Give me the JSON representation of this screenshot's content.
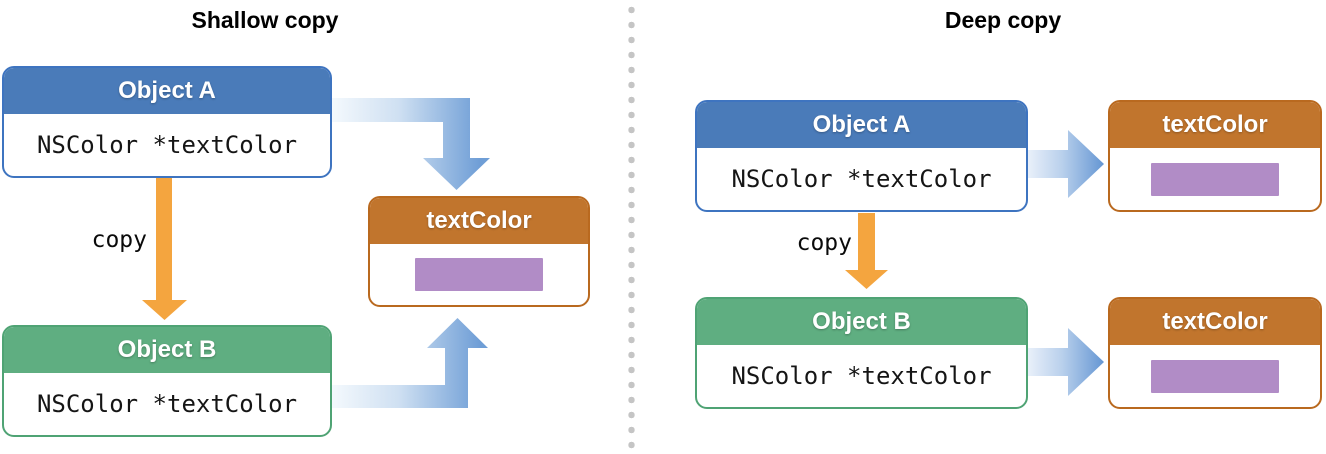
{
  "figure": {
    "background": "#ffffff",
    "description_visible_text_only": true
  },
  "panels": [
    {
      "title": "Shallow copy",
      "objects": [
        {
          "label": "Object A",
          "field": "NSColor *textColor"
        },
        {
          "label": "Object B",
          "field": "NSColor *textColor"
        }
      ],
      "color_boxes": [
        {
          "label": "textColor"
        }
      ],
      "copy_arrow_label": "copy"
    },
    {
      "title": "Deep copy",
      "objects": [
        {
          "label": "Object A",
          "field": "NSColor *textColor"
        },
        {
          "label": "Object B",
          "field": "NSColor *textColor"
        }
      ],
      "color_boxes": [
        {
          "label": "textColor"
        },
        {
          "label": "textColor"
        }
      ],
      "copy_arrow_label": "copy"
    }
  ],
  "colors": {
    "object_a_header": "#4a7bb9",
    "object_b_header": "#5fae81",
    "color_box_header": "#c1752d",
    "color_swatch": "#b18cc6",
    "copy_arrow": "#f4a53f",
    "reference_arrow_dark": "#6f9ed6",
    "reference_arrow_light": "#f4f9fd",
    "divider_dot": "#c5c5c5"
  }
}
